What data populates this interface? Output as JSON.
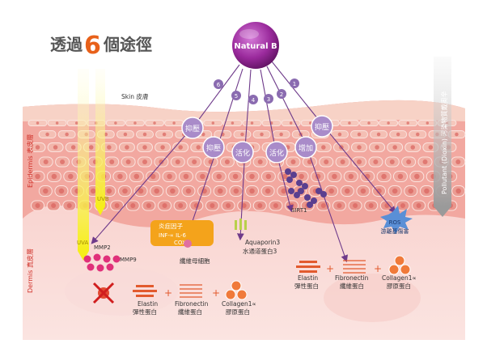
{
  "title": {
    "prefix": "透過",
    "number": "6",
    "suffix": "個途徑"
  },
  "source": {
    "label": "Natural B"
  },
  "pathway_numbers": [
    "6",
    "5",
    "4",
    "3",
    "2",
    "1"
  ],
  "skin_label": "Skin 皮膚",
  "layers": {
    "epidermis": "Epidermis 表皮層",
    "dermis": "Dermis 真皮層"
  },
  "uv": {
    "uva": "UVA",
    "uvb": "UVB"
  },
  "pollutant": "Pollutant (Dioxin) 污染物質戴奧辛",
  "actions": {
    "inhibit_left": "抑壓",
    "inhibit_mid": "抑壓",
    "activate_left": "活化",
    "activate_right": "活化",
    "increase": "增加",
    "inhibit_right": "抑壓"
  },
  "inflammation": {
    "title": "炎症因子",
    "line1": "INF-∝   IL-6",
    "line2": "COX2"
  },
  "labels": {
    "mmp2": "MMP2",
    "mmp9": "MMP9",
    "fibroblast": "纖維母細胞",
    "aquaporin": "Aquaporin3",
    "aquaporin_cn": "水通道蛋白3",
    "sirt1": "SIRT1",
    "ros": "ROS",
    "ros_cn": "游離基傷害"
  },
  "proteins_left": {
    "elastin": "Elastin",
    "elastin_cn": "彈性蛋白",
    "fibronectin": "Fibronectin",
    "fibronectin_cn": "纖維蛋白",
    "collagen": "Collagen1∝",
    "collagen_cn": "膠原蛋白"
  },
  "proteins_right": {
    "elastin": "Elastin",
    "elastin_cn": "彈性蛋白",
    "fibronectin": "Fibronectin",
    "fibronectin_cn": "纖維蛋白",
    "collagen": "Collagen1∝",
    "collagen_cn": "膠原蛋白"
  },
  "plus": "+",
  "colors": {
    "accent": "#7b2c87",
    "arrow": "#6e3a8a",
    "badge": "#8a6bb0",
    "title_orange": "#e8611a"
  }
}
